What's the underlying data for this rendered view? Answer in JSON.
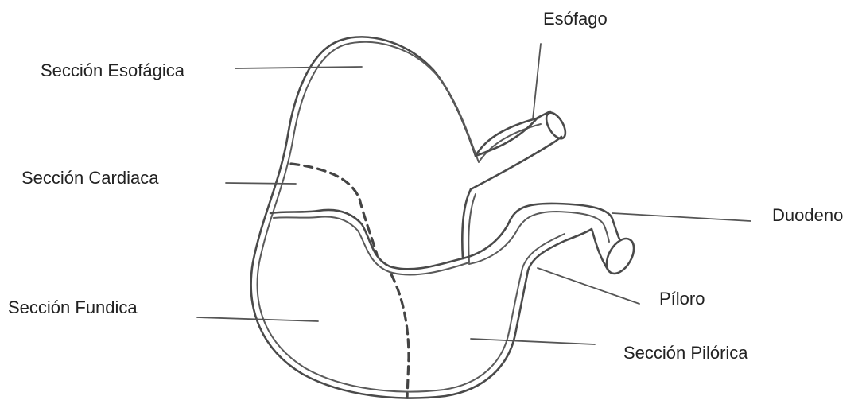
{
  "labels": {
    "esofago": "Esófago",
    "seccion_esofagica": "Sección Esofágica",
    "seccion_cardiaca": "Sección Cardiaca",
    "duodeno": "Duodeno",
    "piloro": "Píloro",
    "seccion_fundica": "Sección Fundica",
    "seccion_pilorica": "Sección Pilórica"
  },
  "colors": {
    "line": "#4a4a4a",
    "text": "#222222",
    "background": "#ffffff"
  }
}
